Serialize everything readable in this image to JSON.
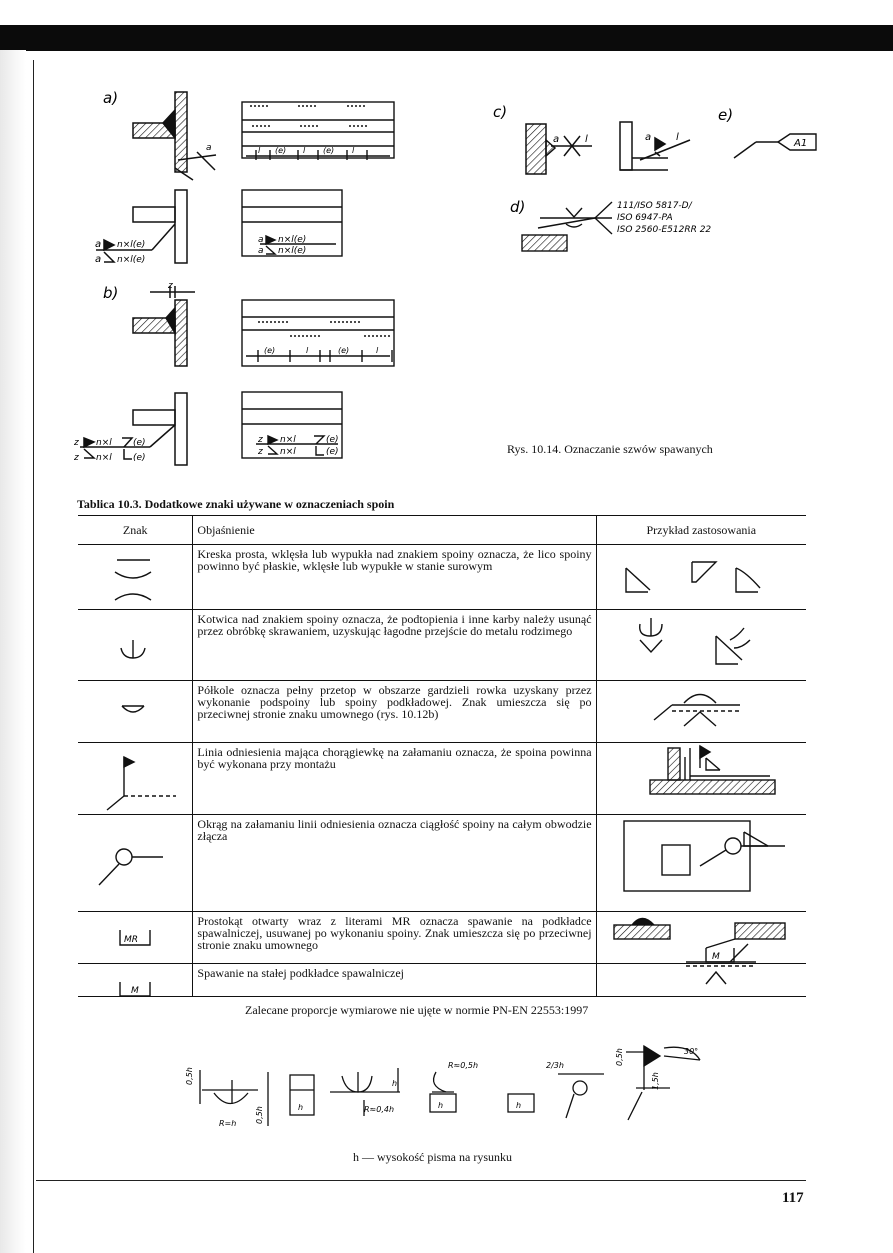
{
  "figure": {
    "caption": "Rys. 10.14. Oznaczanie szwów spawanych",
    "panel_labels": [
      "a)",
      "b)",
      "c)",
      "d)",
      "e)"
    ],
    "panel_a": {
      "note_weld_upper": "a",
      "note_weld_lower": "a",
      "spec_upper": "n×l(e)",
      "spec_lower": "n×l(e)",
      "dim_small": "a",
      "schematic_dims": [
        "l",
        "(e)",
        "l",
        "(e)",
        "l"
      ]
    },
    "panel_b": {
      "dim_top": "z",
      "spec_upper": "n×l",
      "spec_lower": "n×l",
      "z_upper": "z",
      "z_lower": "z",
      "e_upper": "(e)",
      "e_lower": "(e)",
      "schematic_dims": [
        "(e)",
        "l",
        "(e)",
        "l"
      ]
    },
    "panel_c": {
      "dims": [
        "a",
        "l",
        "a",
        "l"
      ]
    },
    "panel_d": {
      "lines": [
        "111/ISO 5817-D/",
        "ISO 6947-PA",
        "ISO 2560-E512RR 22"
      ]
    },
    "panel_e": {
      "tag": "A1"
    }
  },
  "table": {
    "title": "Tablica 10.3. Dodatkowe znaki używane w oznaczeniach spoin",
    "headers": [
      "Znak",
      "Objaśnienie",
      "Przykład zastosowania"
    ],
    "rows": [
      {
        "symbol": "flat-convex-concave-lines",
        "text": "Kreska prosta, wklęsła lub wypukła nad znakiem spoiny oznacza, że lico spoiny powinno być płaskie, wklęsłe lub wypukłe w stanie surowym"
      },
      {
        "symbol": "anchor",
        "text": "Kotwica nad znakiem spoiny oznacza, że podtopienia i inne karby należy usunąć przez obróbkę skrawaniem, uzyskując łagodne przejście do metalu rodzimego"
      },
      {
        "symbol": "half-circle",
        "text": "Półkole oznacza pełny przetop w obszarze gardzieli rowka uzyskany przez wykonanie podspoiny lub spoiny podkładowej. Znak umieszcza się po przeciwnej stronie znaku umownego (rys. 10.12b)"
      },
      {
        "symbol": "flag",
        "text": "Linia odniesienia mająca chorągiewkę na załamaniu oznacza, że spoina powinna być wykonana przy montażu"
      },
      {
        "symbol": "circle",
        "text": "Okrąg na załamaniu linii odniesienia oznacza ciągłość spoiny na całym obwodzie złącza"
      },
      {
        "symbol": "MR-box",
        "label": "MR",
        "text": "Prostokąt otwarty wraz z literami MR oznacza spawanie na podkładce spawalniczej, usuwanej po wykonaniu spoiny. Znak umieszcza się po przeciwnej stronie znaku umownego"
      },
      {
        "symbol": "M-box",
        "label": "M",
        "text": "Spawanie na stałej podkładce spawalniczej"
      }
    ],
    "example_labels": {
      "m_box": "M"
    }
  },
  "recommendation": "Zalecane proporcje wymiarowe nie ujęte w normie PN-EN 22553:1997",
  "proportions": {
    "labels": [
      "0,5h",
      "R=h",
      "0,5h",
      "h",
      "h",
      "R≈0,4h",
      "R≈0,5h",
      "h",
      "h",
      "2/3h",
      "0,5h",
      "1,5h",
      "30°"
    ]
  },
  "legend": "h — wysokość pisma na rysunku",
  "page_number": "117"
}
